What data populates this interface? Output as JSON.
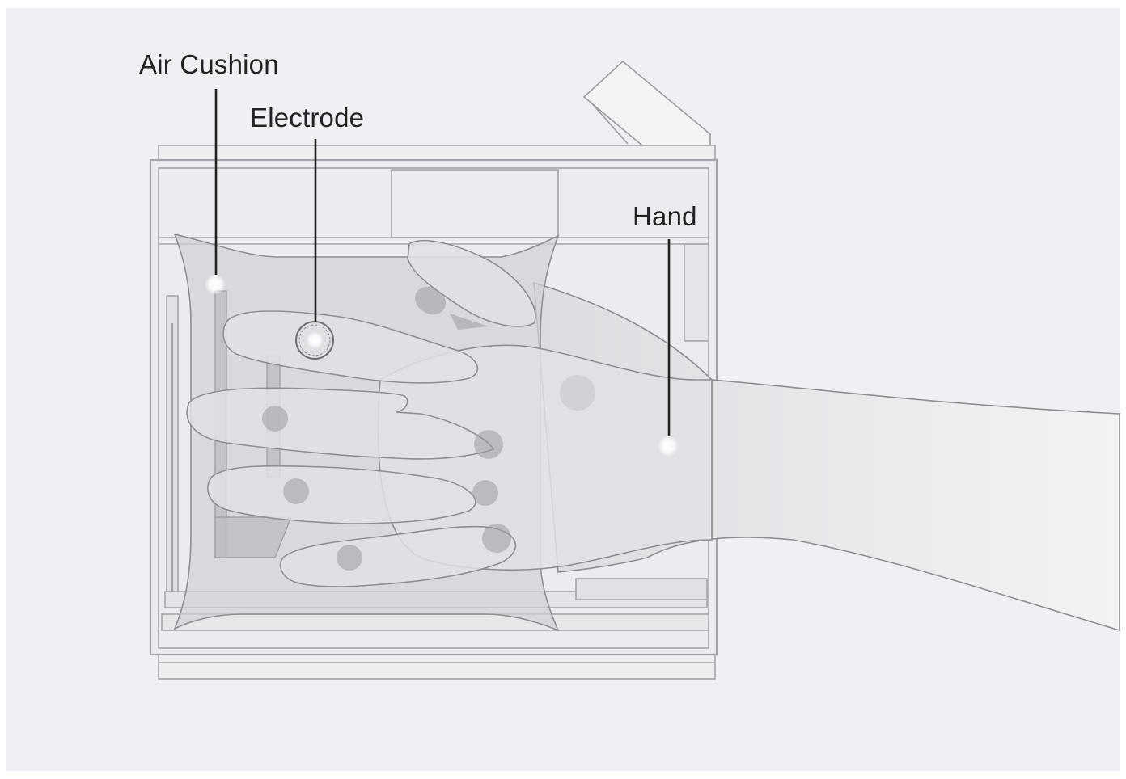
{
  "labels": {
    "air_cushion": "Air Cushion",
    "electrode": "Electrode",
    "hand": "Hand"
  },
  "colors": {
    "background": "#f0eff3",
    "outline": "#8e8e94",
    "device_frame": "#a4a4aa",
    "cushion_fill": "#c9c9cd",
    "hand_fill": "#e3e3e6",
    "leader_line": "#222222",
    "marker": "#ffffff"
  }
}
